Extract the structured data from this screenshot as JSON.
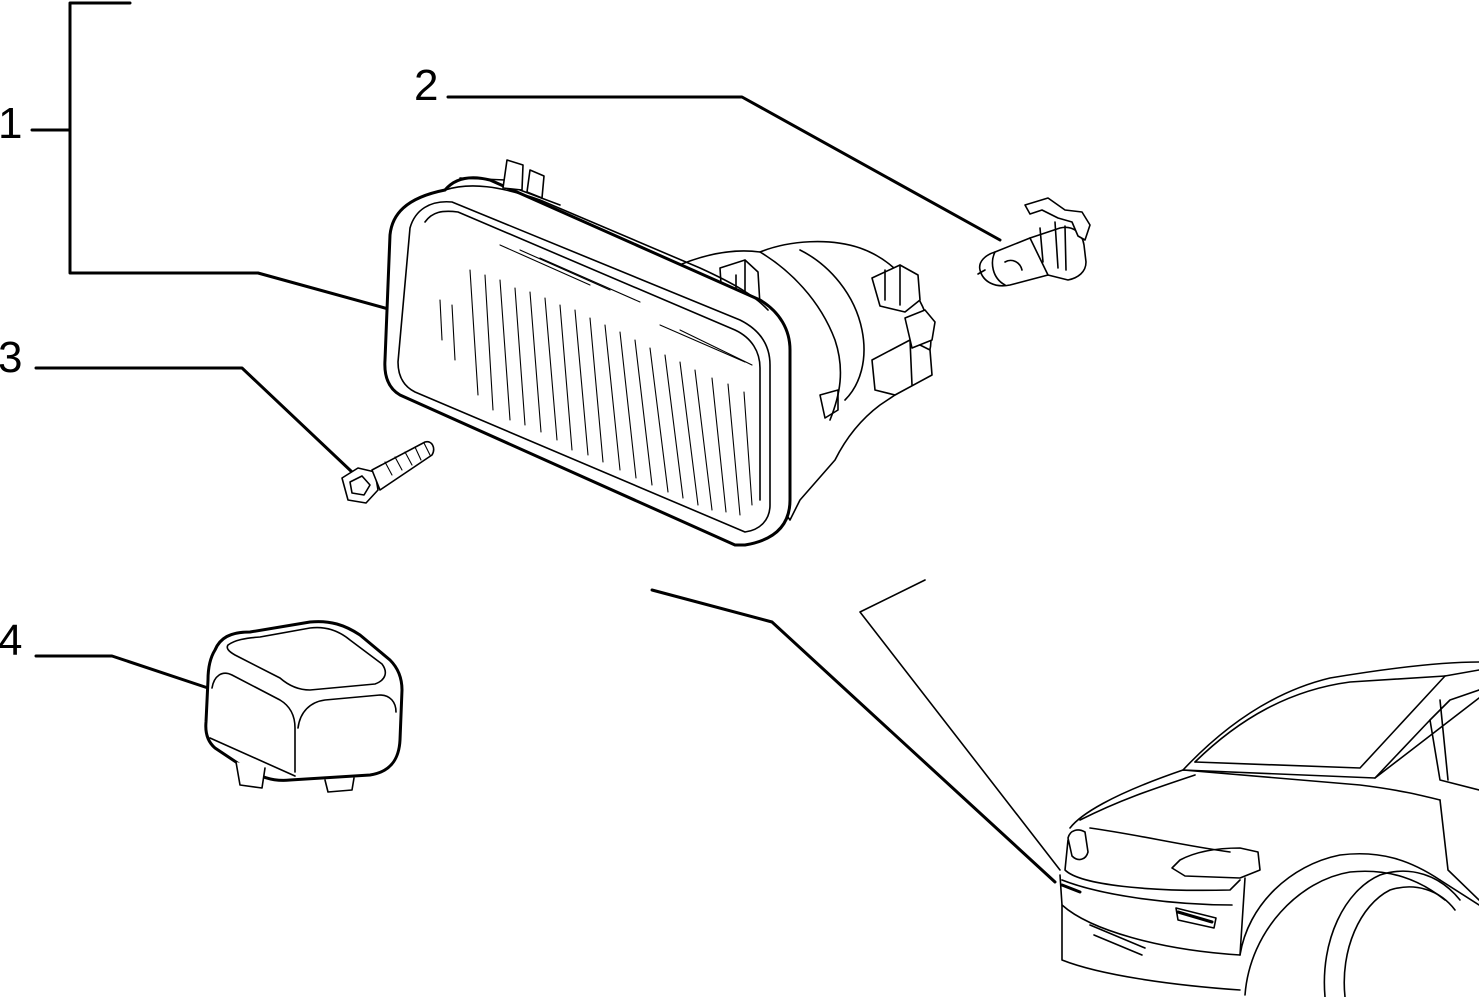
{
  "callouts": [
    {
      "number": "1",
      "part": "headlight-assembly"
    },
    {
      "number": "2",
      "part": "bulb"
    },
    {
      "number": "3",
      "part": "mounting-screw"
    },
    {
      "number": "4",
      "part": "relay"
    }
  ],
  "colors": {
    "line": "#000000",
    "background": "#ffffff"
  }
}
